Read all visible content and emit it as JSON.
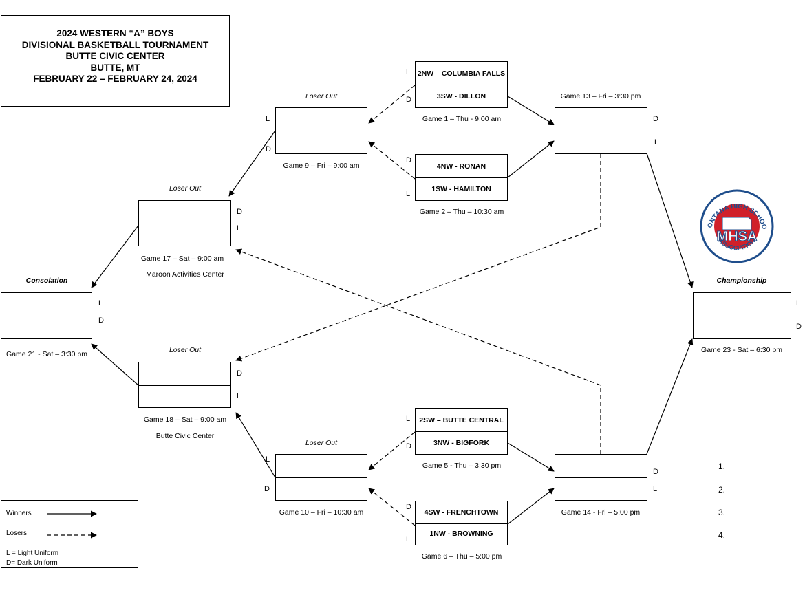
{
  "header": {
    "line1": "2024 WESTERN “A” BOYS",
    "line2": "DIVISIONAL BASKETBALL TOURNAMENT",
    "line3": "BUTTE CIVIC CENTER",
    "line4": "BUTTE, MT",
    "line5": "FEBRUARY 22 – FEBRUARY 24, 2024"
  },
  "games": {
    "g1": {
      "team_top": "2NW – COLUMBIA FALLS",
      "team_bottom": "3SW - DILLON",
      "caption": "Game 1 – Thu - 9:00 am",
      "top_uniform": "L",
      "bottom_uniform": "D"
    },
    "g2": {
      "team_top": "4NW - RONAN",
      "team_bottom": "1SW - HAMILTON",
      "caption": "Game 2 – Thu – 10:30 am",
      "top_uniform": "D",
      "bottom_uniform": "L"
    },
    "g5": {
      "team_top": "2SW – BUTTE CENTRAL",
      "team_bottom": "3NW - BIGFORK",
      "caption": "Game 5 - Thu – 3:30 pm",
      "top_uniform": "L",
      "bottom_uniform": "D"
    },
    "g6": {
      "team_top": "4SW - FRENCHTOWN",
      "team_bottom": "1NW - BROWNING",
      "caption": "Game 6 – Thu – 5:00 pm",
      "top_uniform": "D",
      "bottom_uniform": "L"
    },
    "g9": {
      "heading": "Loser Out",
      "caption": "Game 9 – Fri – 9:00 am",
      "top_uniform": "L",
      "bottom_uniform": "D"
    },
    "g10": {
      "heading": "Loser Out",
      "caption": "Game 10 – Fri – 10:30 am",
      "top_uniform": "L",
      "bottom_uniform": "D"
    },
    "g13": {
      "caption": "Game 13 – Fri – 3:30 pm",
      "top_uniform": "D",
      "bottom_uniform": "L"
    },
    "g14": {
      "caption": "Game 14 - Fri – 5:00 pm",
      "top_uniform": "D",
      "bottom_uniform": "L"
    },
    "g17": {
      "heading": "Loser Out",
      "caption": "Game 17 – Sat – 9:00 am",
      "venue": "Maroon Activities Center",
      "top_uniform": "D",
      "bottom_uniform": "L"
    },
    "g18": {
      "heading": "Loser Out",
      "caption": "Game 18 – Sat – 9:00 am",
      "venue": "Butte Civic Center",
      "top_uniform": "D",
      "bottom_uniform": "L"
    },
    "g21": {
      "heading": "Consolation",
      "caption": "Game 21 - Sat – 3:30 pm",
      "top_uniform": "L",
      "bottom_uniform": "D"
    },
    "g23": {
      "heading": "Championship",
      "caption": "Game 23 - Sat – 6:30 pm",
      "top_uniform": "L",
      "bottom_uniform": "D"
    }
  },
  "legend": {
    "winners": "Winners",
    "losers": "Losers",
    "light": "L = Light Uniform",
    "dark": "D= Dark Uniform"
  },
  "placings": [
    "1.",
    "2.",
    "3.",
    "4."
  ],
  "logo": {
    "text_top": "MONTANA HIGH SCHOOL",
    "text_main": "MHSA",
    "text_bottom": "ASSOCIATION",
    "color_red": "#d0202a",
    "color_blue": "#1f4e8c"
  }
}
